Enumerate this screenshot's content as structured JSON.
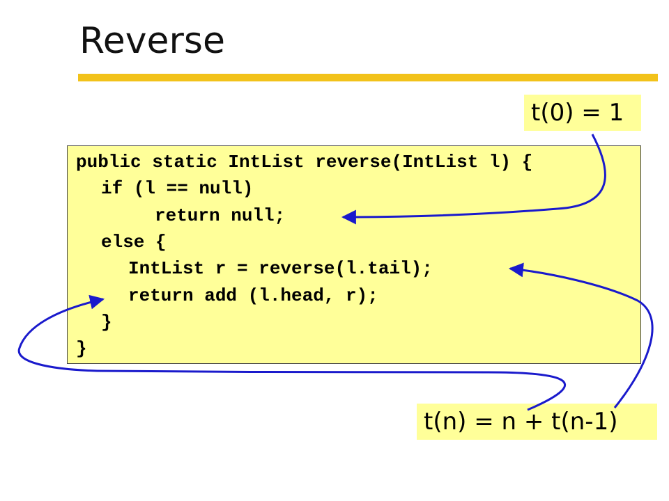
{
  "slide": {
    "title": "Reverse",
    "accent_color": "#f2c21a",
    "code_background": "#ffff99",
    "arrow_color": "#1a1acc"
  },
  "code": {
    "lines": [
      "public static IntList reverse(IntList l) {",
      "if (l == null)",
      "return null;",
      "else {",
      "IntList r = reverse(l.tail);",
      "return add (l.head, r);",
      "}",
      "}"
    ]
  },
  "annotations": {
    "base_case": "t(0) = 1",
    "recurrence": "t(n) = n + t(n-1)"
  }
}
